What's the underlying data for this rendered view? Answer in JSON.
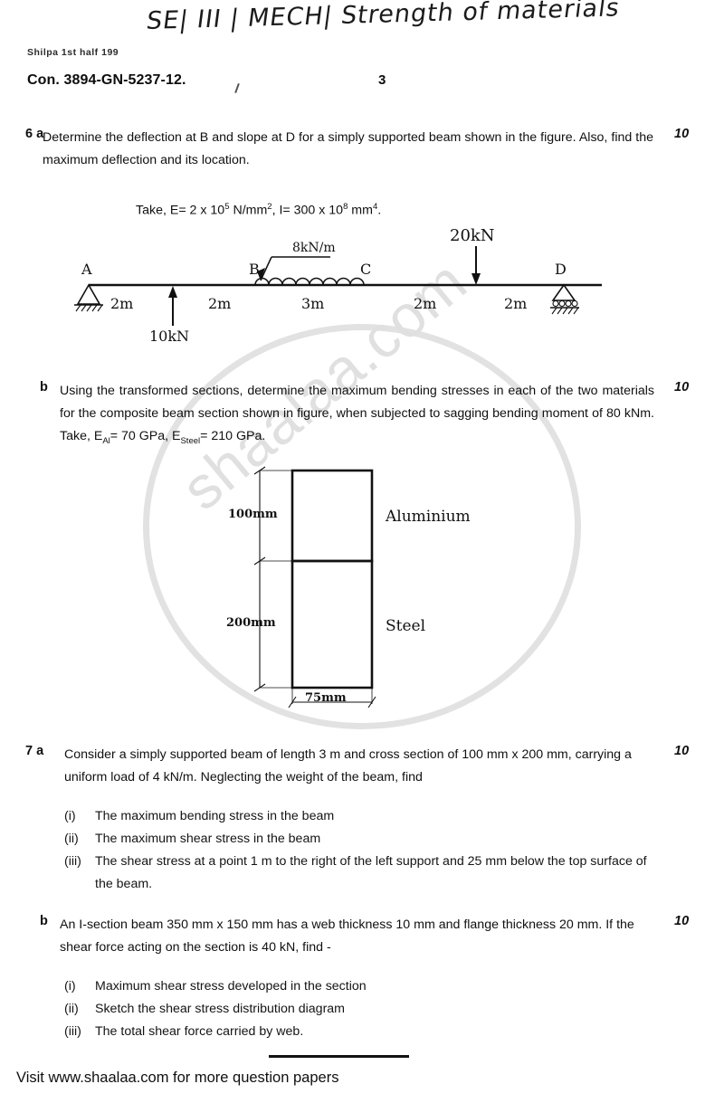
{
  "header": {
    "handwritten_title": "SE| III | MECH| Strength of materials",
    "shilpa_note": "Shilpa 1st half  199",
    "con_number": "Con. 3894-GN-5237-12.",
    "page_number": "3"
  },
  "questions": [
    {
      "number": "6 a",
      "marks": "10",
      "text": "Determine the deflection at B and slope at D for a simply supported beam shown in the figure. Also, find the maximum deflection and its location.",
      "given_prefix": "Take, E= 2 x 10",
      "given_exp1": "5",
      "given_mid": " N/mm",
      "given_exp2": "2",
      "given_mid2": ", I= 300 x 10",
      "given_exp3": "8",
      "given_suffix": " mm",
      "given_exp4": "4",
      "given_end": "."
    },
    {
      "number": "b",
      "marks": "10",
      "text_part1": "Using the transformed sections, determine the maximum bending stresses in each of the two materials for the composite beam section shown in figure, when subjected to sagging bending moment of 80 kNm. Take, E",
      "sub_al": "Al",
      "text_part2": "= 70 GPa, E",
      "sub_steel": "Steel",
      "text_part3": "= 210 GPa."
    },
    {
      "number": "7 a",
      "marks": "10",
      "text": "Consider a simply supported beam of length 3 m and cross section of 100 mm x 200 mm, carrying a uniform load of 4 kN/m. Neglecting the weight of the beam, find",
      "items": [
        {
          "num": "(i)",
          "text": "The maximum bending stress in the beam"
        },
        {
          "num": "(ii)",
          "text": "The maximum shear stress in the beam"
        },
        {
          "num": "(iii)",
          "text": "The shear stress at a point 1 m to the right of the left support and 25 mm below the top surface of the beam."
        }
      ]
    },
    {
      "number": "b",
      "marks": "10",
      "text": "An I-section beam 350 mm x 150 mm has a web thickness 10 mm and flange thickness 20 mm. If the shear force acting on the section is 40 kN, find -",
      "items": [
        {
          "num": "(i)",
          "text": "Maximum shear stress developed in the section"
        },
        {
          "num": "(ii)",
          "text": "Sketch the shear stress distribution diagram"
        },
        {
          "num": "(iii)",
          "text": "The total shear force carried by web."
        }
      ]
    }
  ],
  "beam_figure": {
    "nodes": [
      {
        "label": "A"
      },
      {
        "label": "B"
      },
      {
        "label": "C"
      },
      {
        "label": "D"
      }
    ],
    "spans": [
      "2m",
      "2m",
      "3m",
      "2m",
      "2m"
    ],
    "udl_label": "8kN/m",
    "point_load_up": "10kN",
    "point_load_down": "20kN",
    "support_left": "pin-support",
    "support_right": "roller-support"
  },
  "section_figure": {
    "dim_top": "100mm",
    "dim_bottom": "200mm",
    "dim_width": "75mm",
    "material_top": "Aluminium",
    "material_bottom": "Steel"
  },
  "watermark": {
    "text": "shaalaa.com"
  },
  "footer": {
    "text": "Visit www.shaalaa.com for more question papers"
  }
}
